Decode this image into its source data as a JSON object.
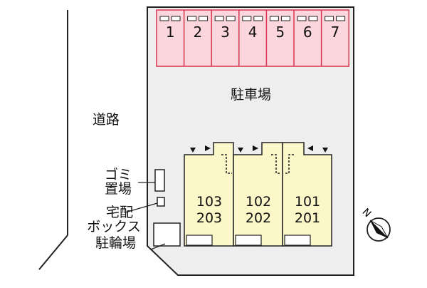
{
  "road_label": "道路",
  "parking_label": "駐車場",
  "parking_slots": [
    "1",
    "2",
    "3",
    "4",
    "5",
    "6",
    "7"
  ],
  "units": [
    {
      "upper": "103",
      "lower": "203"
    },
    {
      "upper": "102",
      "lower": "202"
    },
    {
      "upper": "101",
      "lower": "201"
    }
  ],
  "facilities": {
    "garbage": [
      "ゴミ",
      "置場"
    ],
    "delivery_box": [
      "宅配",
      "ボックス"
    ],
    "bicycle_parking": "駐輪場"
  },
  "colors": {
    "lot_fill": "#eeeeee",
    "lot_stroke": "#222222",
    "parking_fill": "#fbd6dd",
    "parking_stroke": "#d9344e",
    "unit_fill": "#fbf7c8",
    "unit_stroke": "#222222"
  },
  "compass": {
    "label": "N"
  }
}
